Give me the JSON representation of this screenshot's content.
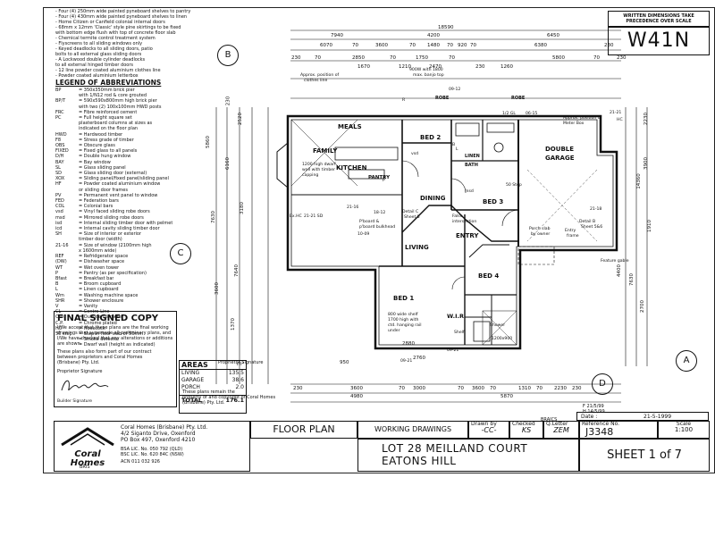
{
  "notes_top": [
    "- Four (4) 250mm wide painted pyneboard shelves to pantry",
    "- Four (4) 430mm wide painted pyneboard shelves to linen",
    "- Home Citizen or Canfield colonial internal doors",
    "- 68mm x 12mm 'Classic' style pine skirtings to be fixed",
    "  with bottom edge flush with top of concrete floor slab",
    "- Chemical termite control treatment system",
    "- Flyscreens to all sliding windows only",
    "- Keyed deadlocks to all sliding doors, patio",
    "  bolts to all external glass sliding doors",
    "- A Lockwood double cylinder deadlocks",
    "  to all external hinged timber doors",
    "- 12 line powder coated aluminium clothes line",
    "- Powder coated aluminium letterbox"
  ],
  "legend": {
    "title": "LEGEND OF ABBREVIATIONS",
    "items": [
      {
        "code": "BP",
        "meaning": "= 350x350mm brick pier"
      },
      {
        "code": "",
        "meaning": "with 1/N12 rod & core grouted"
      },
      {
        "code": "BP/T",
        "meaning": "= 590x590x800mm high brick pier"
      },
      {
        "code": "",
        "meaning": "with two (2) 100x100mm HWD posts"
      },
      {
        "code": "FRC",
        "meaning": "= Fibre reinforced cement"
      },
      {
        "code": "PC",
        "meaning": "= Full height square set"
      },
      {
        "code": "",
        "meaning": "plasterboard columns at sizes as"
      },
      {
        "code": "",
        "meaning": "indicated on the floor plan"
      },
      {
        "code": "HWD",
        "meaning": "= Hardwood timber"
      },
      {
        "code": "F8",
        "meaning": "= Stress grade of timber"
      },
      {
        "code": "OBS",
        "meaning": "= Obscure glass"
      },
      {
        "code": "FIXED",
        "meaning": "= Fixed glass to all panels"
      },
      {
        "code": "D/H",
        "meaning": "= Double hung window"
      },
      {
        "code": "BAY",
        "meaning": "= Bay window"
      },
      {
        "code": "SL",
        "meaning": "= Glass sliding panel"
      },
      {
        "code": "SD",
        "meaning": "= Glass sliding door (external)"
      },
      {
        "code": "XOX",
        "meaning": "= Sliding panel/fixed panel/sliding panel"
      },
      {
        "code": "HF",
        "meaning": "= Powder coated aluminium window"
      },
      {
        "code": "",
        "meaning": "or sliding door frames"
      },
      {
        "code": "PV",
        "meaning": "= Permanent vent panel to window"
      },
      {
        "code": "FED",
        "meaning": "= Federation bars"
      },
      {
        "code": "COL",
        "meaning": "= Colonial bars"
      },
      {
        "code": "vsd",
        "meaning": "= Vinyl faced sliding robe doors"
      },
      {
        "code": "msd",
        "meaning": "= Mirrored sliding robe doors"
      },
      {
        "code": "isd",
        "meaning": "= Internal sliding timber door with pelmet"
      },
      {
        "code": "icd",
        "meaning": "= Internal cavity sliding timber door"
      },
      {
        "code": "SH",
        "meaning": "= Size of interior or exterior"
      },
      {
        "code": "",
        "meaning": "timber door (width)"
      },
      {
        "code": "21-16",
        "meaning": "= Size of window (2100mm high"
      },
      {
        "code": "",
        "meaning": "x 1600mm wide)"
      },
      {
        "code": "REF",
        "meaning": "= Refridgerator space"
      },
      {
        "code": "(DW)",
        "meaning": "= Dishwasher space"
      },
      {
        "code": "WT",
        "meaning": "= Wet oven tower"
      },
      {
        "code": "P",
        "meaning": "= Pantry (as per specification)"
      },
      {
        "code": "Bfast",
        "meaning": "= Breakfast bar"
      },
      {
        "code": "B",
        "meaning": "= Broom cupboard"
      },
      {
        "code": "L",
        "meaning": "= Linen cupboard"
      },
      {
        "code": "Wm",
        "meaning": "= Washing machine space"
      },
      {
        "code": "SHR",
        "meaning": "= Shower enclosure"
      },
      {
        "code": "V",
        "meaning": "= Vanity"
      },
      {
        "code": "CL",
        "meaning": "= Centre Line"
      },
      {
        "code": "O.D.",
        "meaning": "= Outside Diameter"
      },
      {
        "code": "C.P.",
        "meaning": "= Chrome plated"
      },
      {
        "code": "HC",
        "meaning": "= Hosecock"
      },
      {
        "code": "50 step",
        "meaning": "= Step in floor slab of 50mm"
      },
      {
        "code": "",
        "meaning": "= Smoke detector"
      },
      {
        "code": "",
        "meaning": "= Dwarf wall (height as indicated)"
      }
    ]
  },
  "final_copy": {
    "title": "FINAL SIGNED COPY",
    "body": [
      "I/We accept that these plans are the final working",
      "drawings that supersede all preliminary plans, and",
      "I/We have checked that any alterations or additions",
      "are shown.",
      "These plans also form part of our contract",
      "between proprietors and Coral Homes",
      "(Brisbane) Pty. Ltd."
    ],
    "prop_sig1": "Proprietor Signature",
    "prop_sig2": "Proprietor Signature",
    "builder_sig": "Builder Signature",
    "copyright": [
      "These plans remain the",
      "property of and copyright of Coral Homes",
      "(Brisbane) Pty. Ltd."
    ]
  },
  "areas": {
    "title": "AREAS",
    "unit": "m²",
    "rows": [
      {
        "name": "LIVING",
        "value": "135.5"
      },
      {
        "name": "GARAGE",
        "value": "38.6"
      },
      {
        "name": "PORCH",
        "value": "2.0"
      }
    ],
    "total_label": "TOTAL",
    "total_value": "176.1"
  },
  "company": {
    "logo_top": "Coral",
    "logo_bottom": "Homes",
    "logo_sub": "BRIS",
    "name": "Coral Homes (Brisbane) Pty. Ltd.",
    "address1": "4/2 Siganto Drive, Oxenford",
    "address2": "PO Box 497, Oxenford 4210",
    "lic1": "BSA LIC. No. 050 792 (QLD)",
    "lic2": "BSC LIC. No. 620 84C (NSW)",
    "acn": "ACN 011 032 926"
  },
  "title_block": {
    "floor_plan": "FLOOR PLAN",
    "working": "WORKING DRAWINGS",
    "drawn_by_label": "Drawn by",
    "drawn_by_value": "-CC-",
    "checked_label": "Checked",
    "checked_value": "KS",
    "qletter_label": "Q.Letter",
    "qletter_value": "ZEM",
    "ref_label": "Reference No.",
    "ref_value": "J3348",
    "scale_label": "Scale",
    "scale_value": "1:100",
    "date_label": "Date :",
    "date_value": "21-5-1999",
    "lot_line1": "LOT 28 MEILLAND COURT",
    "lot_line2": "EATONS HILL",
    "sheet": "SHEET 1 of 7",
    "braics": "BRAICS",
    "rev1": "F 21/5/99",
    "rev2": "H 14/5/99"
  },
  "model": {
    "note1": "WRITTEN DIMENSIONS TAKE",
    "note2": "PRECEDENCE OVER SCALE",
    "code": "W41N"
  },
  "plan": {
    "rooms": {
      "family": "FAMILY",
      "meals": "MEALS",
      "kitchen": "KITCHEN",
      "pantry": "PANTRY",
      "bed2": "BED 2",
      "bed3": "BED 3",
      "bed4": "BED 4",
      "bed1": "BED 1",
      "dining": "DINING",
      "living": "LIVING",
      "entry": "ENTRY",
      "wir": "W.I.R",
      "garage_l1": "DOUBLE",
      "garage_l2": "GARAGE",
      "robe1": "ROBE",
      "robe2": "ROBE",
      "linen": "LINEN",
      "bath": "BATH"
    },
    "markers": {
      "a": "A",
      "b": "B",
      "c": "C",
      "d": "D"
    },
    "top_dims": [
      "18590",
      "7940",
      "4200",
      "6450",
      "6070",
      "70",
      "3600",
      "70",
      "1480",
      "70",
      "920",
      "70",
      "6380",
      "230",
      "230",
      "70",
      "2850",
      "70",
      "1750",
      "70",
      "5800",
      "70",
      "230",
      "1670",
      "1210",
      "2470",
      "230",
      "1260"
    ],
    "bottom_dims": [
      "230",
      "3600",
      "70",
      "3000",
      "70",
      "3600",
      "70",
      "1310",
      "70",
      "2230",
      "230",
      "4980",
      "5870",
      "950",
      "2760",
      "2880"
    ],
    "left_dims": [
      "7630",
      "5860",
      "3600",
      "6160",
      "7640",
      "2520",
      "1370",
      "230",
      "3180"
    ],
    "right_dims": [
      "14360",
      "7630",
      "2700",
      "4400",
      "2230",
      "3900",
      "1910"
    ],
    "notes": [
      "Approx. position of",
      "clothes line",
      "900W with 1800",
      "max. banjo top",
      "1200 high dwarf",
      "wall with timber",
      "capping",
      "Detail C",
      "Sheet 5",
      "P'board &",
      "p'board bulkhead",
      "Porch slab",
      "by owner",
      "Entry",
      "frame",
      "Detail B",
      "Sheet 5&6",
      "False",
      "intersection",
      "800 wide shelf",
      "1700 high with",
      "ctd. hanging rail",
      "under",
      "Shelf",
      "Shower",
      "1200x900",
      "50 Step",
      "Feature gable",
      "Approx. position of",
      "Meter Box",
      "09-12",
      "09-21",
      "18-12",
      "21-21 SD",
      "10-09",
      "1/2 GL",
      "06-15",
      "msd",
      "vsd",
      "09-21",
      "21-16",
      "21-18",
      "21-21",
      "Ex.HC",
      "HC",
      "B",
      "P",
      "L",
      "R"
    ]
  }
}
